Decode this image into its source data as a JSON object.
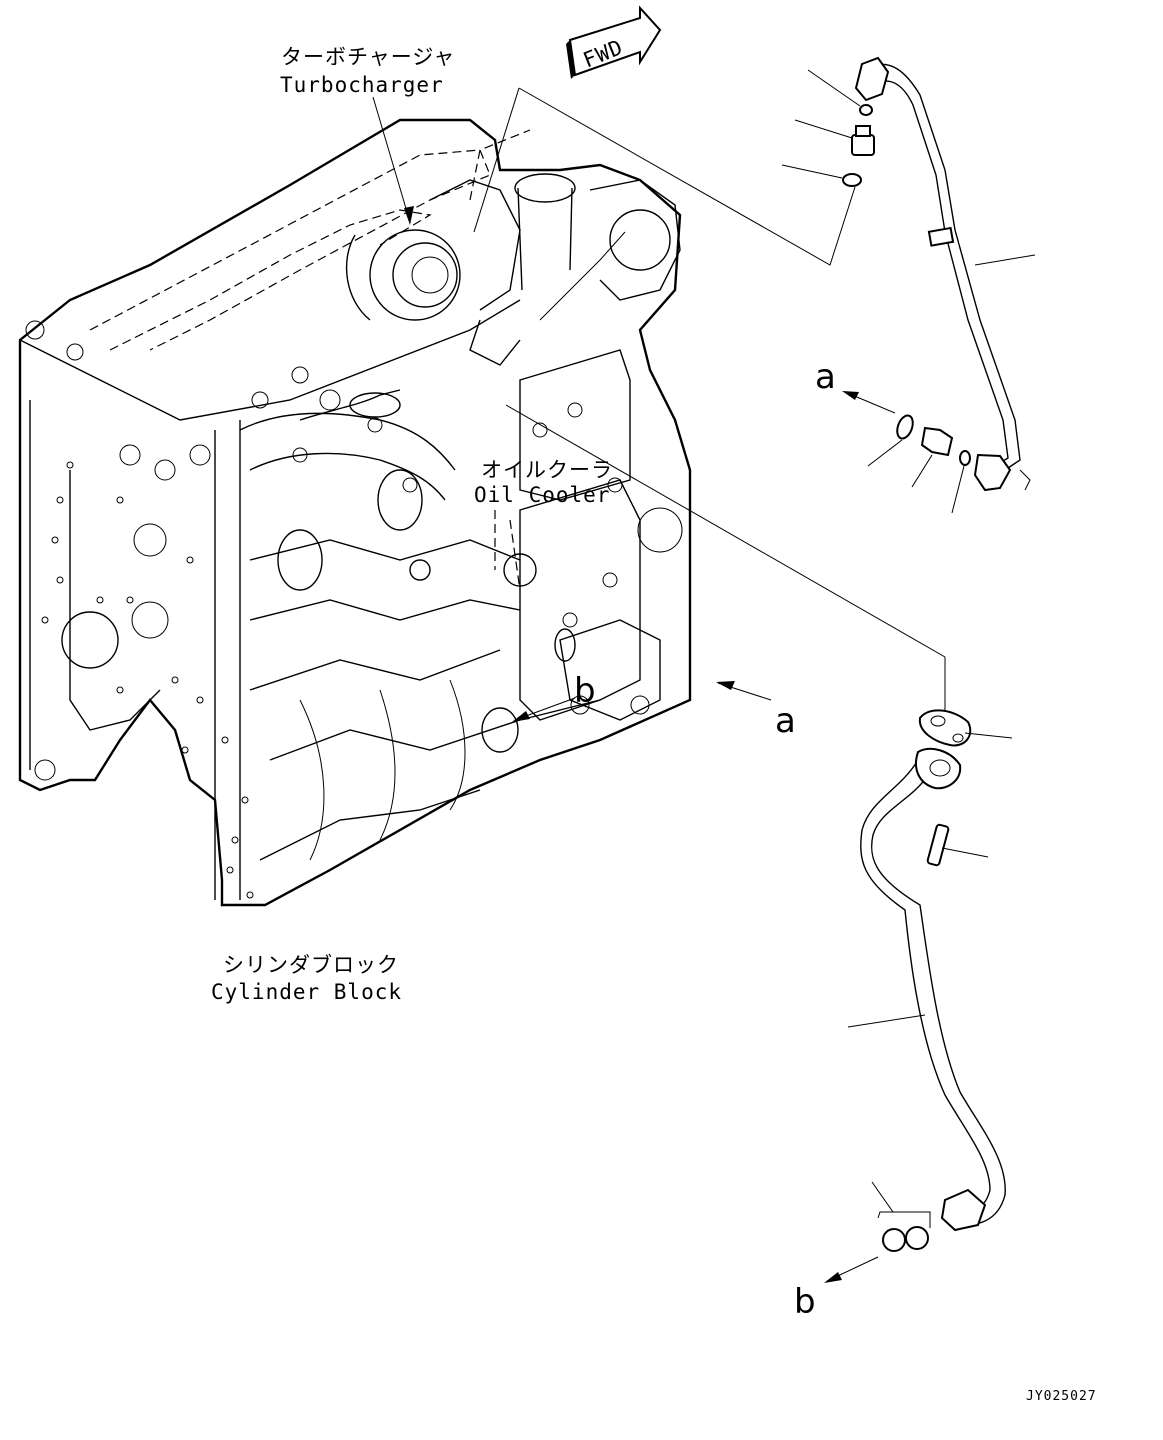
{
  "labels": {
    "turbo_jp": "ターボチャージャ",
    "turbo_en": "Turbocharger",
    "oil_cooler_jp": "オイルクーラ",
    "oil_cooler_en": "Oil Cooler",
    "block_jp": "シリンダブロック",
    "block_en": "Cylinder Block",
    "fwd": "FWD",
    "ref_a": "a",
    "ref_b": "b",
    "drawing_code": "JY025027"
  }
}
